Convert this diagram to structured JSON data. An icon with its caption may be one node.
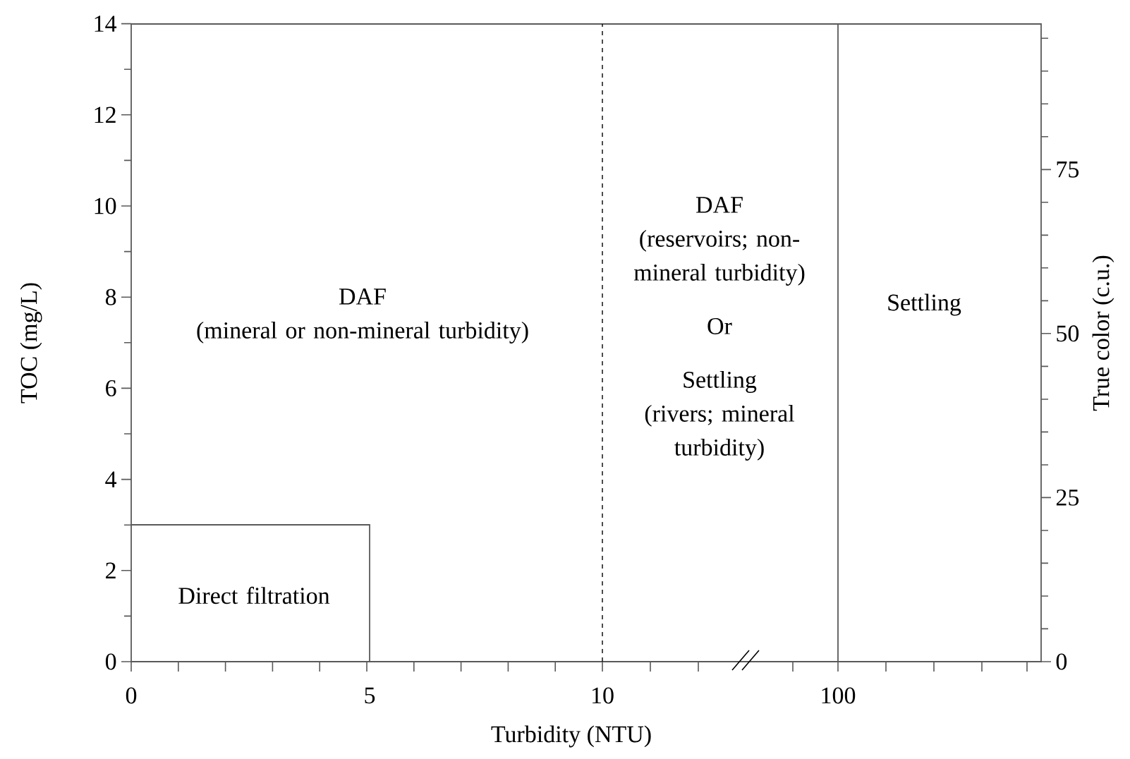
{
  "diagram": {
    "nodes": [
      {
        "text": [
          "DAF",
          "(mineral or non-mineral turbidity)"
        ]
      },
      {
        "text": [
          "Direct filtration"
        ]
      },
      {
        "text": [
          "DAF",
          "(reservoirs; non-mineral turbidity)",
          "Or",
          "Settling",
          "(rivers; mineral turbidity)"
        ]
      },
      {
        "text": [
          "Settling"
        ]
      }
    ],
    "edges": [],
    "labels": [
      "14",
      "12",
      "10",
      "8",
      "6",
      "4",
      "2",
      "0",
      "75",
      "50",
      "25",
      "0",
      "TOC (mg/L)",
      "True color (c.u.)",
      "0",
      "5",
      "10",
      "100",
      "Turbidity (NTU)"
    ]
  }
}
